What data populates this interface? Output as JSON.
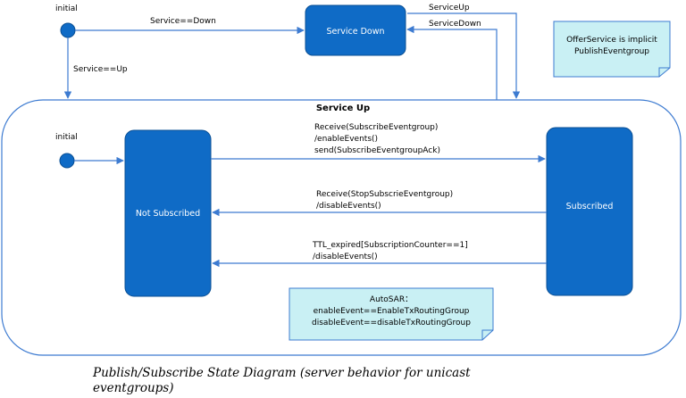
{
  "colors": {
    "state_fill": "#0f6bc6",
    "state_stroke": "#0a4f94",
    "edge": "#3d7bd1",
    "note_fill": "#c9f0f4",
    "note_stroke": "#3d7bd1",
    "composite_stroke": "#3d7bd1"
  },
  "diagram": {
    "top_initial_label": "initial",
    "inner_initial_label": "initial",
    "states": {
      "service_down": "Service Down",
      "service_up": "Service Up",
      "not_subscribed": "Not Subscribed",
      "subscribed": "Subscribed"
    },
    "transitions": {
      "initial_to_down": "Service==Down",
      "initial_to_up": "Service==Up",
      "service_up": "ServiceUp",
      "service_down": "ServiceDown",
      "subscribe": [
        "Receive(SubscribeEventgroup)",
        "/enableEvents()",
        "send(SubscribeEventgroupAck)"
      ],
      "stop_subscribe": [
        "Receive(StopSubscrieEventgroup)",
        "/disableEvents()"
      ],
      "ttl_expired": [
        "TTL_expired[SubscriptionCounter==1]",
        "/disableEvents()"
      ]
    },
    "notes": {
      "offer_service": [
        "OfferService is implicit",
        "PublishEventgroup"
      ],
      "autosar": [
        "AutoSAR：",
        "enableEvent==EnableTxRoutingGroup",
        "disableEvent==disableTxRoutingGroup"
      ]
    }
  },
  "caption": "Publish/Subscribe State Diagram (server behavior for unicast eventgroups)"
}
